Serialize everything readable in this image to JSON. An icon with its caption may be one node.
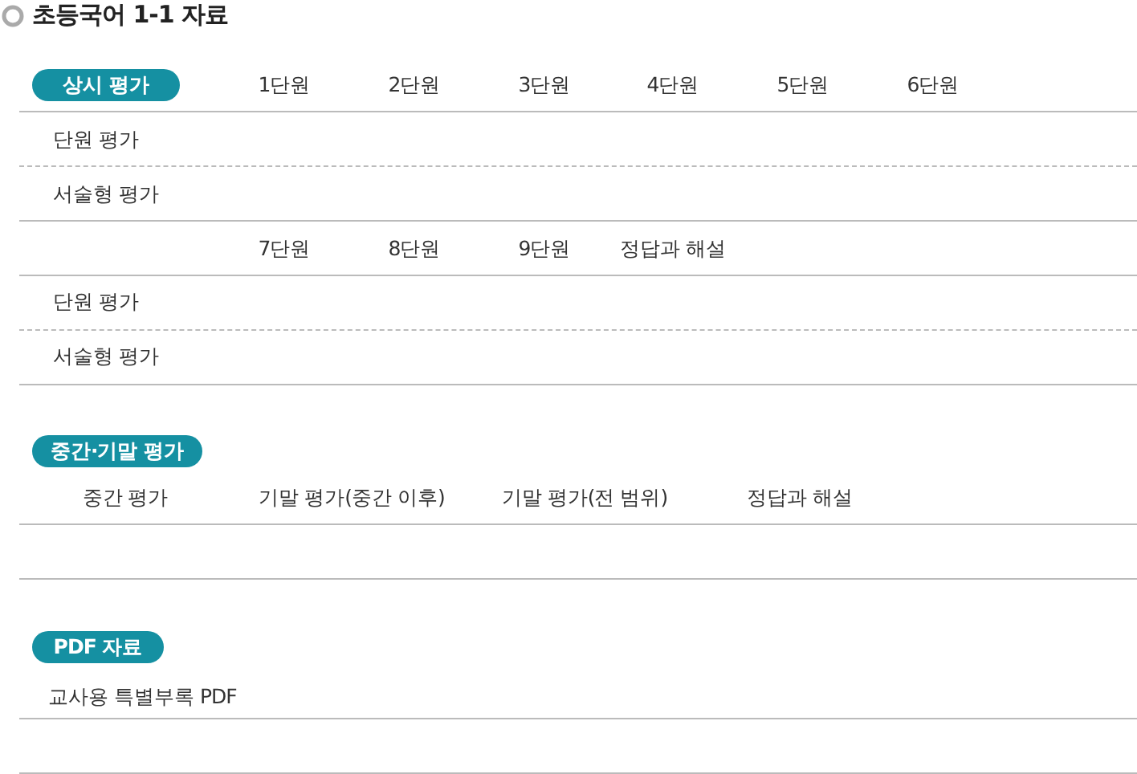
{
  "diagram": {
    "title": "초등국어 1-1 자료",
    "nodes": [
      {
        "text": [
          "상시 평가"
        ]
      },
      {
        "text": [
          "중간·기말 평가"
        ]
      },
      {
        "text": [
          "PDF 자료"
        ]
      }
    ],
    "labels": [
      "1단원",
      "2단원",
      "3단원",
      "4단원",
      "5단원",
      "6단원",
      "단원 평가",
      "서술형 평가",
      "7단원",
      "8단원",
      "9단원",
      "정답과 해설",
      "단원 평가",
      "서술형 평가",
      "중간 평가",
      "기말 평가(중간 이후)",
      "기말 평가(전 범위)",
      "정답과 해설",
      "교사용 특별부록 PDF"
    ]
  }
}
